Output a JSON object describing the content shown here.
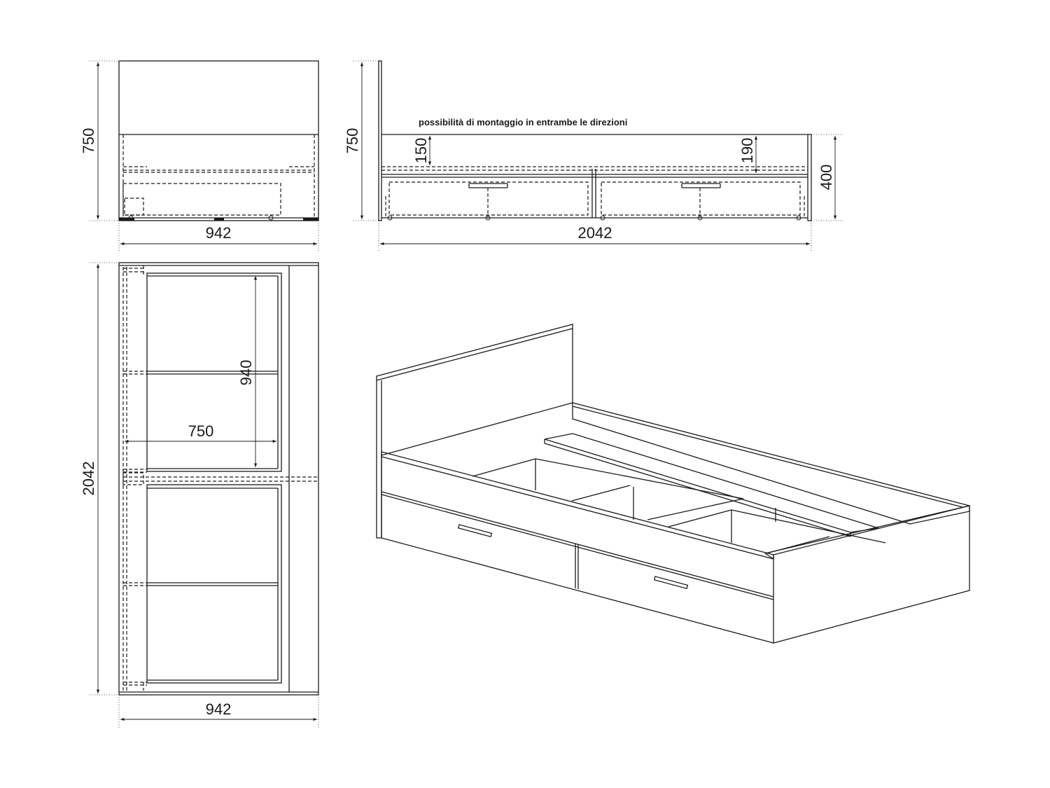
{
  "note": "possibilità di montaggio in entrambe le direzioni",
  "front_view": {
    "height_label": "750",
    "width_label": "942"
  },
  "side_view": {
    "height_label": "750",
    "rail_label": "150",
    "rail_right_label": "190",
    "frame_height_label": "400",
    "length_label": "2042"
  },
  "top_view": {
    "length_label": "2042",
    "width_label": "942",
    "drawer_depth_label": "940",
    "drawer_width_label": "750"
  }
}
